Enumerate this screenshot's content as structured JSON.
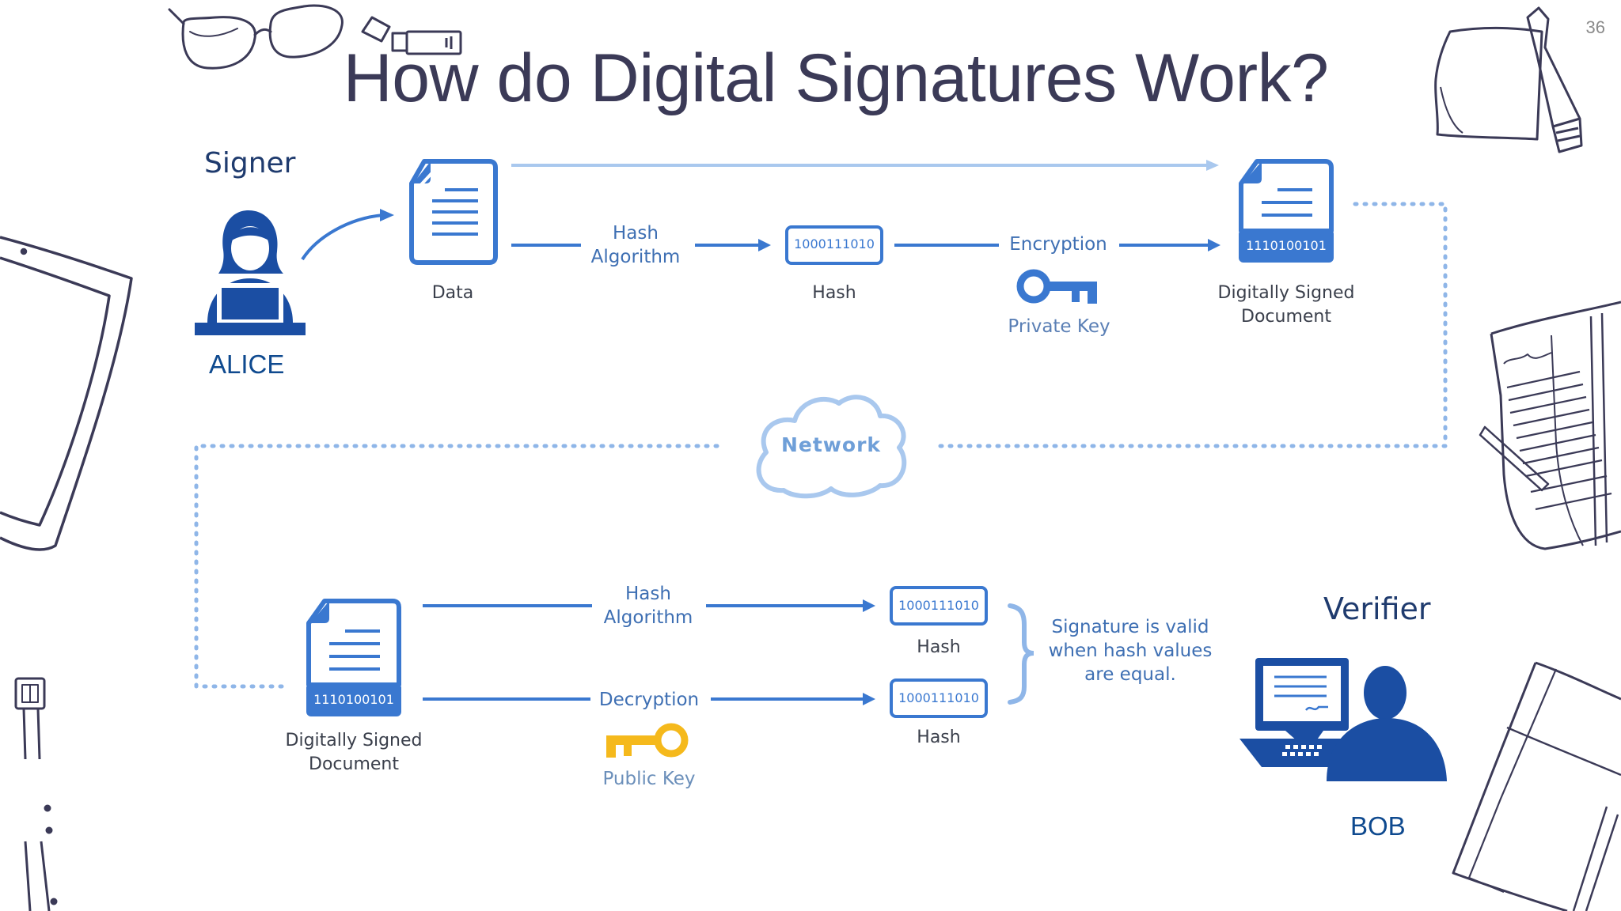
{
  "slide": {
    "title": "How do Digital Signatures Work?",
    "number": "36"
  },
  "signer": {
    "role": "Signer",
    "name": "ALICE",
    "data_label": "Data",
    "hash_algorithm": [
      "Hash",
      "Algorithm"
    ],
    "hash_value": "1000111010",
    "hash_label": "Hash",
    "encryption": "Encryption",
    "private_key": "Private Key",
    "signed_value": "1110100101",
    "signed_doc": [
      "Digitally Signed",
      "Document"
    ]
  },
  "network": {
    "label": "Network"
  },
  "verifier": {
    "role": "Verifier",
    "name": "BOB",
    "signed_value": "1110100101",
    "signed_doc": [
      "Digitally Signed",
      "Document"
    ],
    "hash_algorithm": [
      "Hash",
      "Algorithm"
    ],
    "hash1_value": "1000111010",
    "hash1_label": "Hash",
    "decryption": "Decryption",
    "public_key": "Public Key",
    "hash2_value": "1000111010",
    "hash2_label": "Hash",
    "note": [
      "Signature is valid",
      "when hash values",
      "are equal."
    ]
  },
  "colors": {
    "blue": "#3a78d0",
    "dark_blue": "#1b4ea3",
    "light_blue": "#a9c8ee",
    "key_yellow": "#f5b91c",
    "title": "#3b3a57"
  },
  "icons": [
    "eyeglasses-icon",
    "usb-drive-icon",
    "sticky-note-icon",
    "marker-icon",
    "tablet-icon",
    "notebook-icon",
    "wristwatch-icon",
    "journal-icon",
    "document-icon",
    "private-key-icon",
    "public-key-icon",
    "cloud-icon",
    "person-laptop-icon",
    "person-computer-icon"
  ]
}
